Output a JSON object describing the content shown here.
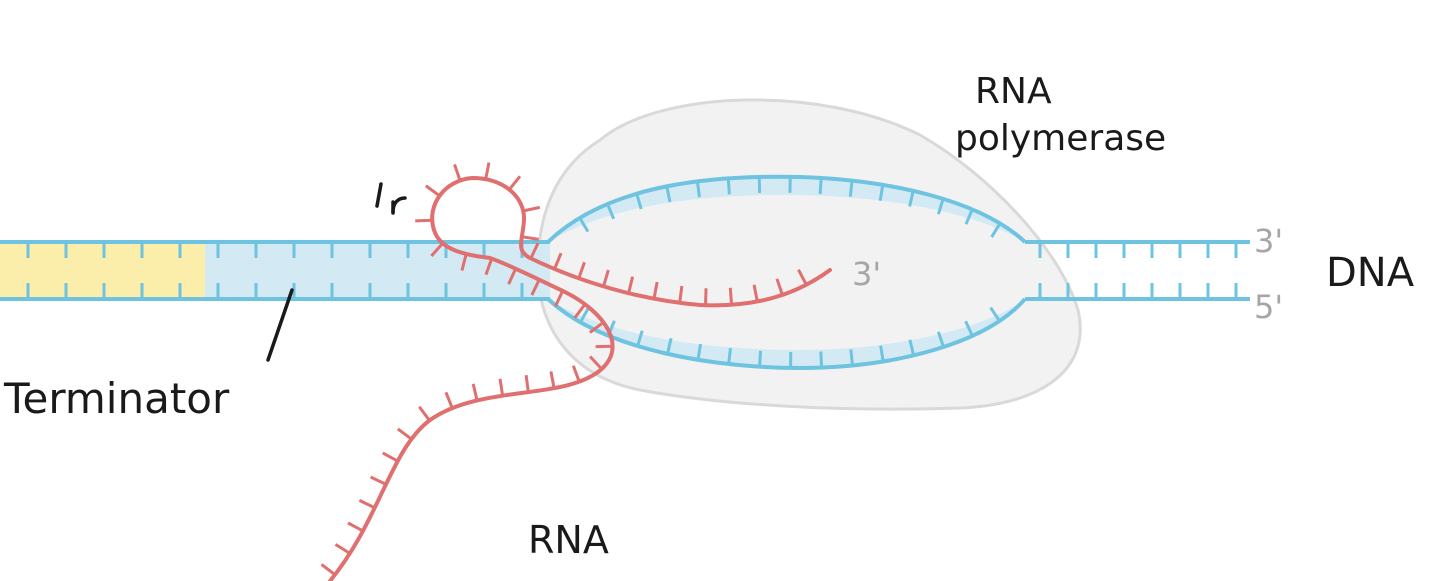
{
  "labels": {
    "rna_polymerase_line1": "RNA",
    "rna_polymerase_line2": "polymerase",
    "dna": "DNA",
    "terminator": "Terminator",
    "rna": "RNA",
    "dna_top_end": "3'",
    "dna_bottom_end": "5'",
    "rna_growing_end": "3'"
  },
  "colors": {
    "dna_strand": "#6ec3e0",
    "dna_fill": "#d3eaf4",
    "terminator_fill": "#fbeeaa",
    "rna_strand": "#e06f6f",
    "polymerase_fill": "#f2f2f2",
    "polymerase_edge": "#d9d9d9",
    "label_text": "#1a1a1a",
    "end_label_text": "#a6a6a6"
  }
}
